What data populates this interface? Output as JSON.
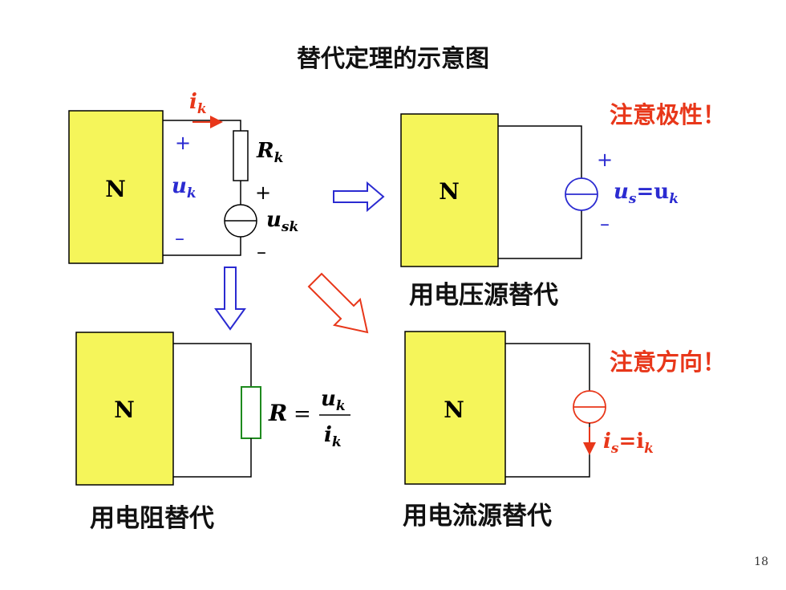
{
  "title": "替代定理的示意图",
  "captions": {
    "voltage_source": "用电压源替代",
    "resistor": "用电阻替代",
    "current_source": "用电流源替代"
  },
  "notes": {
    "polarity": "注意极性！",
    "direction": "注意方向！"
  },
  "page_number": "18",
  "network_label": "N",
  "labels": {
    "ik": "i",
    "ik_sub": "k",
    "Rk": "R",
    "Rk_sub": "k",
    "uk": "u",
    "uk_sub": "k",
    "usk": "u",
    "usk_sub": "sk",
    "us": "u",
    "us_sub": "s",
    "us_eq": "=u",
    "us_eq_sub": "k",
    "R": "R",
    "R_eq": "=",
    "frac_num": "u",
    "frac_num_sub": "k",
    "frac_den": "i",
    "frac_den_sub": "k",
    "is": "i",
    "is_sub": "s",
    "is_eq": "=i",
    "is_eq_sub": "k",
    "plus": "+",
    "minus": "–"
  },
  "colors": {
    "yellow": "#f5f55a",
    "blue": "#2b2bd1",
    "red": "#e8371a",
    "green": "#1e8a1e",
    "wire": "#000000"
  }
}
